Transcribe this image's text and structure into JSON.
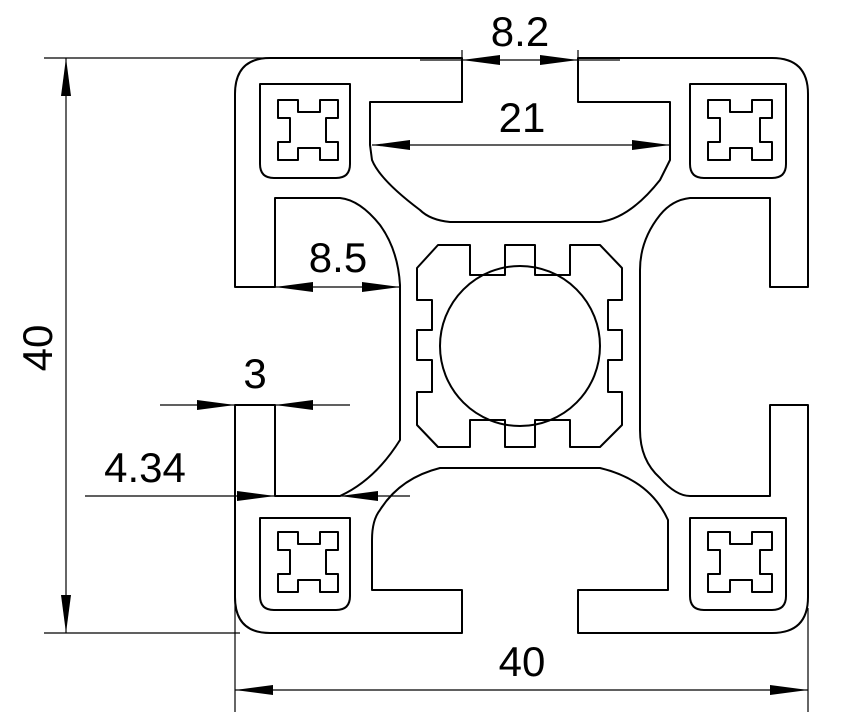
{
  "dimensions": {
    "top_slot_width": "8.2",
    "top_cavity_width": "21",
    "wall_to_core": "8.5",
    "wall_thickness": "3",
    "offset": "4.34",
    "overall_height": "40",
    "overall_width": "40"
  },
  "colors": {
    "stroke": "#000000",
    "background": "#ffffff"
  }
}
